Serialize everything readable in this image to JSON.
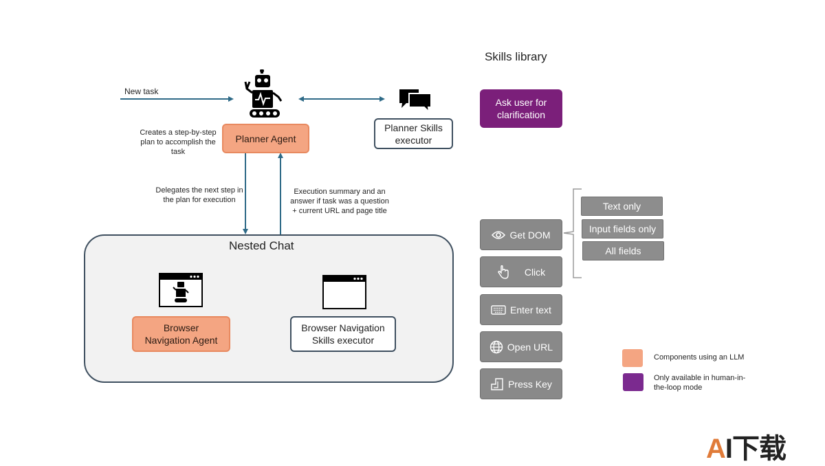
{
  "skills_library_title": "Skills library",
  "new_task_label": "New task",
  "planner_agent_label": "Planner Agent",
  "planner_description": "Creates a step-by-step\nplan to accomplish the\ntask",
  "planner_skills_executor_label": "Planner Skills\nexecutor",
  "delegates_label": "Delegates the next step in\nthe plan for execution",
  "execution_summary_label": "Execution summary and an\nanswer if task was a question\n+ current URL and page title",
  "nested_chat_title": "Nested Chat",
  "browser_navigation_agent_label": "Browser\nNavigation Agent",
  "browser_navigation_skills_executor_label": "Browser Navigation\nSkills executor",
  "ask_user_label": "Ask user for\nclarification",
  "skills": [
    {
      "label": "Get DOM",
      "icon": "eye-icon"
    },
    {
      "label": "Click",
      "icon": "pointer-hand-icon"
    },
    {
      "label": "Enter text",
      "icon": "keyboard-icon"
    },
    {
      "label": "Open URL",
      "icon": "globe-icon"
    },
    {
      "label": "Press Key",
      "icon": "key-icon"
    }
  ],
  "get_dom_options": [
    "Text only",
    "Input fields only",
    "All fields"
  ],
  "legend": [
    {
      "label": "Components using an LLM",
      "color": "#f4a582"
    },
    {
      "label": "Only available in human-in-\nthe-loop mode",
      "color": "#7b2a8f"
    }
  ],
  "watermark": "AI下载",
  "colors": {
    "arrow": "#2e6a87",
    "llm": "#f4a582",
    "hitl": "#7b1f7a",
    "skill": "#898989"
  }
}
